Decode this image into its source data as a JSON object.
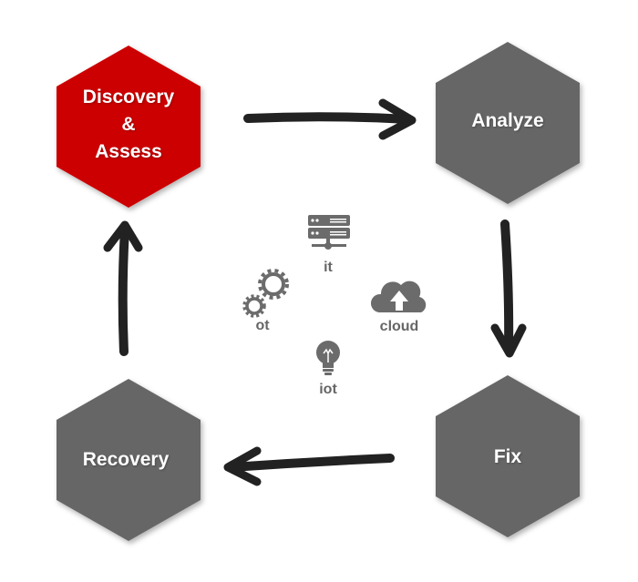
{
  "colors": {
    "discovery_fill": "#cc0000",
    "stage_fill": "#666666",
    "arrow": "#222222",
    "icon": "#6b6b6b"
  },
  "stages": {
    "discovery": {
      "line1": "Discovery",
      "line2": "&",
      "line3": "Assess"
    },
    "analyze": {
      "label": "Analyze"
    },
    "fix": {
      "label": "Fix"
    },
    "recovery": {
      "label": "Recovery"
    }
  },
  "center": {
    "it": {
      "label": "it",
      "icon": "server-icon"
    },
    "ot": {
      "label": "ot",
      "icon": "gears-icon"
    },
    "cloud": {
      "label": "cloud",
      "icon": "cloud-upload-icon"
    },
    "iot": {
      "label": "iot",
      "icon": "lightbulb-icon"
    }
  }
}
